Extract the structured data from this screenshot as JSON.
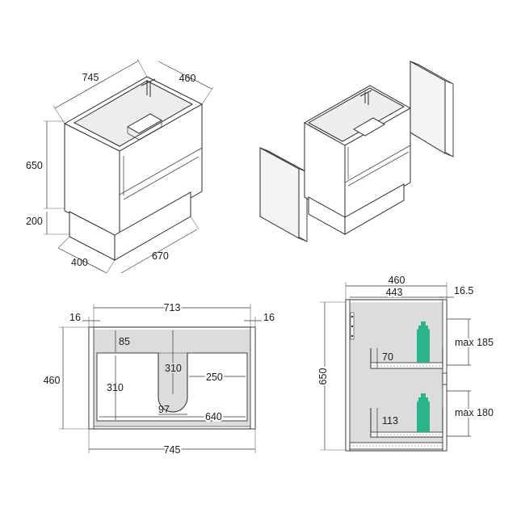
{
  "iso_dims": {
    "top_width": "745",
    "top_depth": "460",
    "body_height": "650",
    "plinth_height": "200",
    "plinth_depth": "400",
    "plinth_width": "670"
  },
  "plan": {
    "inner_width": "713",
    "side_left": "16",
    "side_right": "16",
    "overall_depth": "460",
    "rear_gap": "85",
    "shelf_depth": "310",
    "cutout_depth": "310",
    "cutout_to_side": "250",
    "cutout_width": "97",
    "drawer_width": "640",
    "overall_width": "745"
  },
  "section": {
    "overall_depth": "460",
    "inner_depth": "443",
    "front_thickness": "16.5",
    "overall_height": "650",
    "upper_drawer_height": "70",
    "upper_clearance": "max 185",
    "lower_drawer_height": "113",
    "lower_clearance": "max 180"
  },
  "colors": {
    "bottle": "#2bb38a",
    "interior": "#dcdcdc",
    "line": "#2a2a2a"
  }
}
